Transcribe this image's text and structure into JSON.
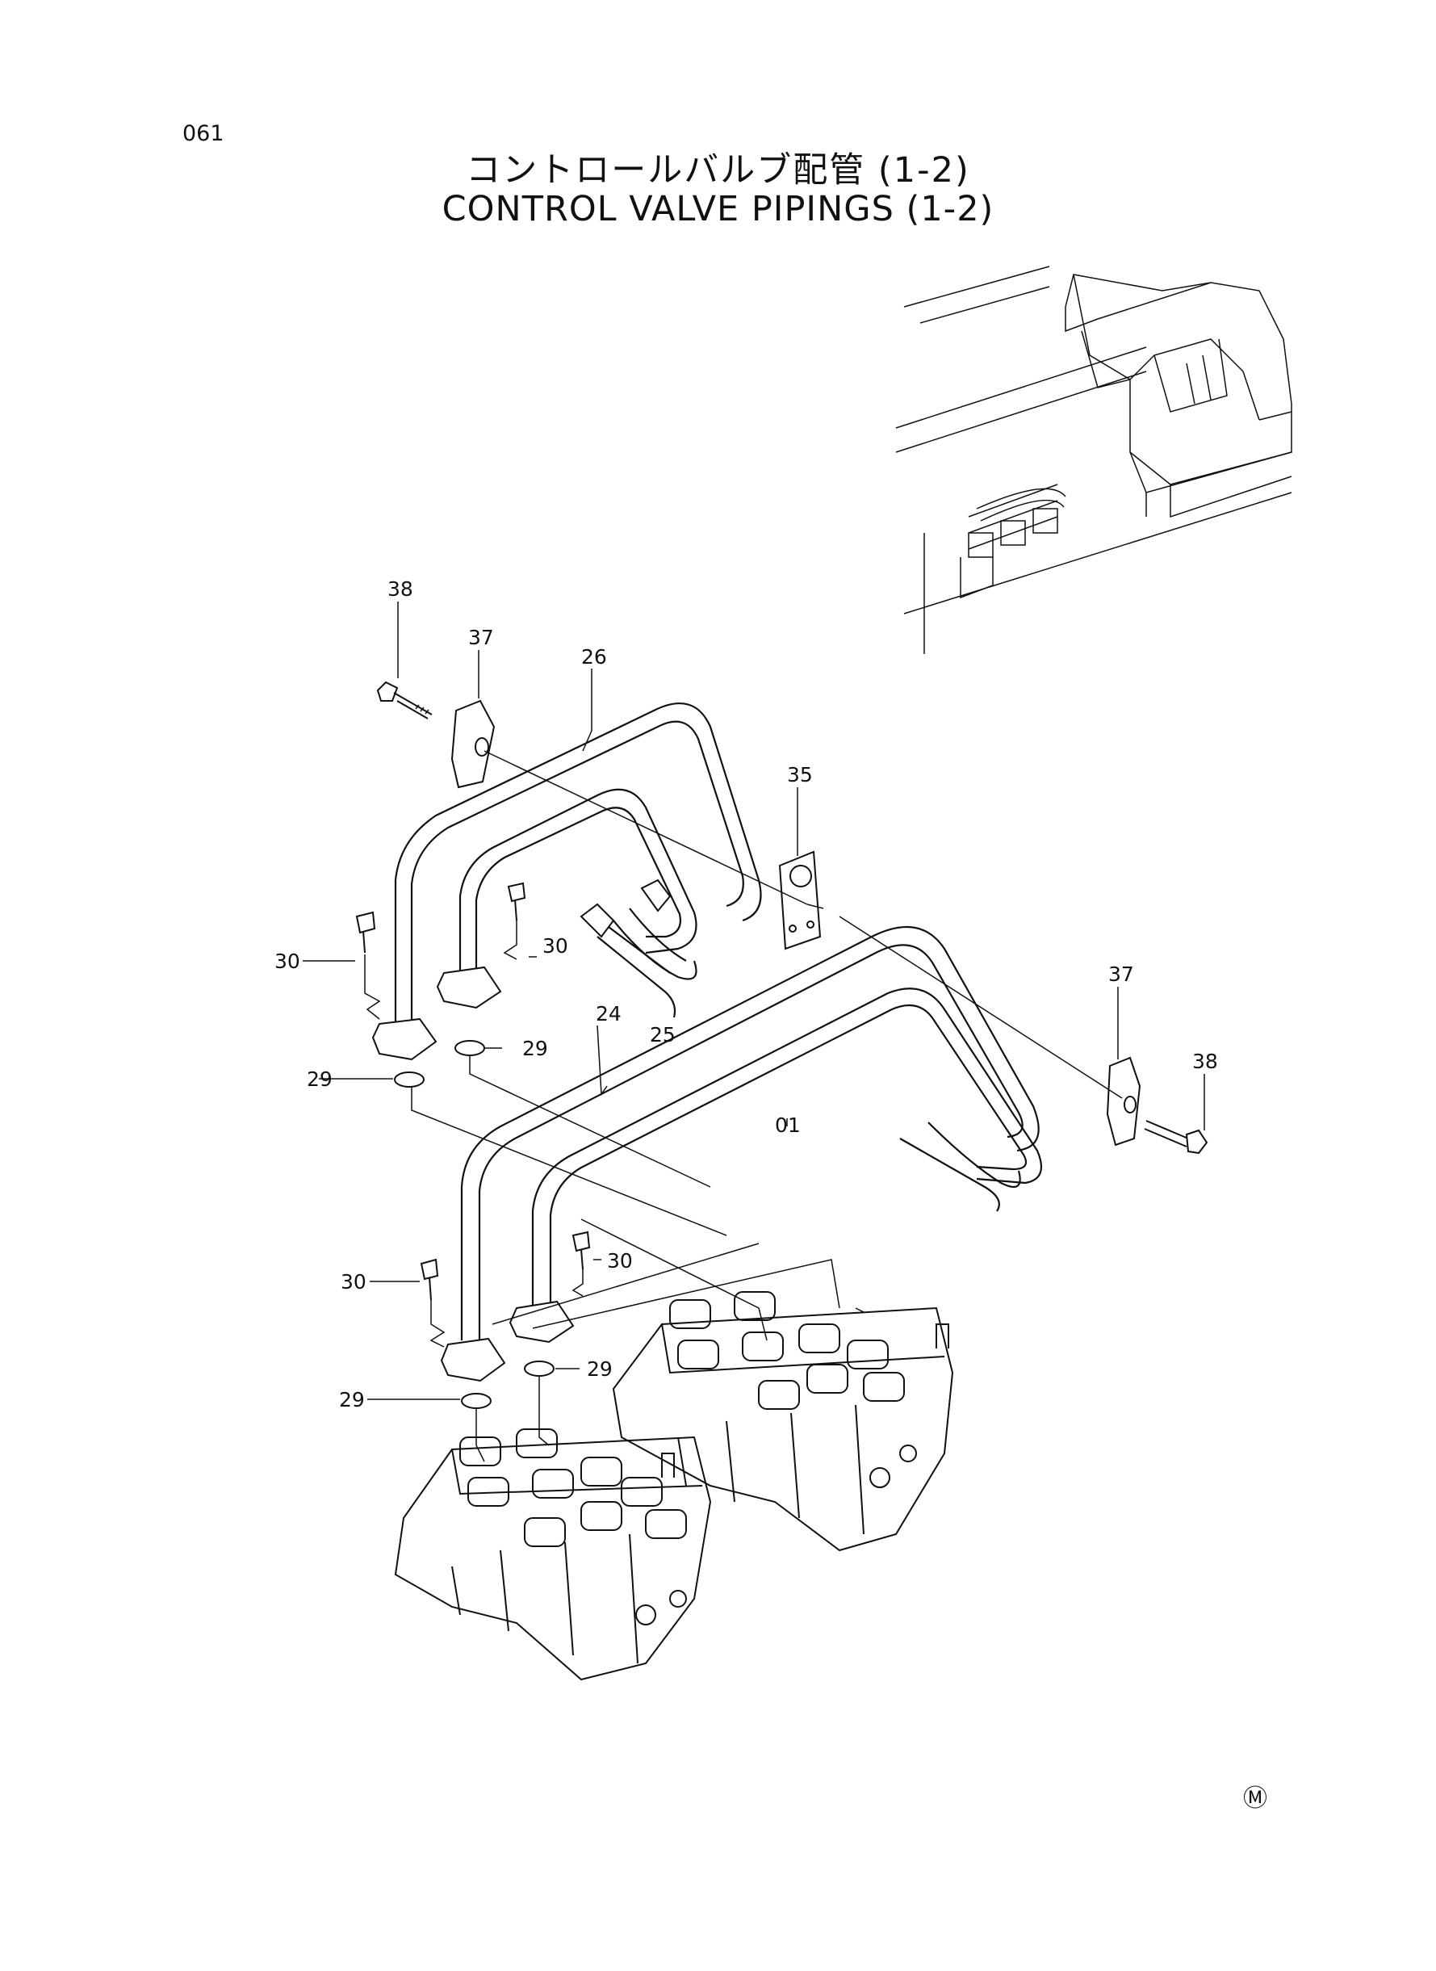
{
  "page_number": "061",
  "title_jp": "コントロールバルブ配管 (1-2)",
  "title_en": "CONTROL VALVE PIPINGS (1-2)",
  "corner_mark": "Ⓜ",
  "callouts": {
    "c38a": "38",
    "c37a": "37",
    "c26": "26",
    "c35": "35",
    "c30a": "30",
    "c30b": "30",
    "c25": "25",
    "c24": "24",
    "c29a": "29",
    "c29b": "29",
    "c37b": "37",
    "c38b": "38",
    "c01": "01",
    "c30c": "30",
    "c30d": "30",
    "c29c": "29",
    "c29d": "29"
  }
}
